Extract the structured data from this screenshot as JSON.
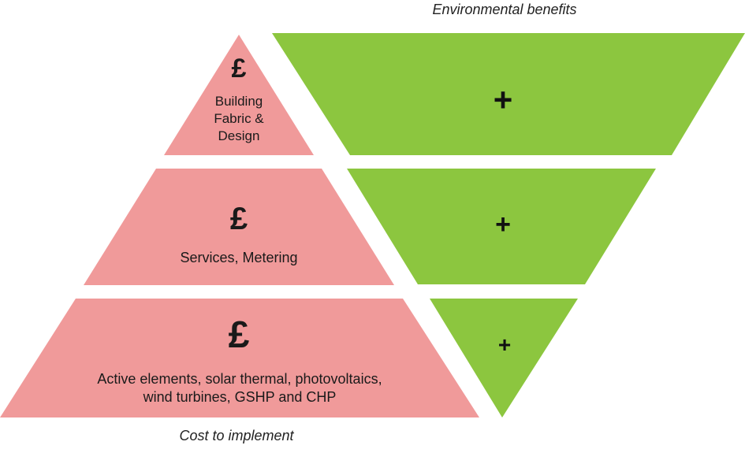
{
  "top_label": "Environmental benefits",
  "bottom_label": "Cost to implement",
  "cost_tiers": [
    {
      "symbol": "£",
      "text": "Building\nFabric &\nDesign"
    },
    {
      "symbol": "£",
      "text": "Services, Metering"
    },
    {
      "symbol": "£",
      "text": "Active elements, solar thermal, photovoltaics,\nwind turbines, GSHP and CHP"
    }
  ],
  "benefit_tiers": [
    {
      "symbol": "+"
    },
    {
      "symbol": "+"
    },
    {
      "symbol": "+"
    }
  ],
  "colors": {
    "cost_fill": "#f09a9a",
    "benefit_fill": "#8cc63f"
  }
}
